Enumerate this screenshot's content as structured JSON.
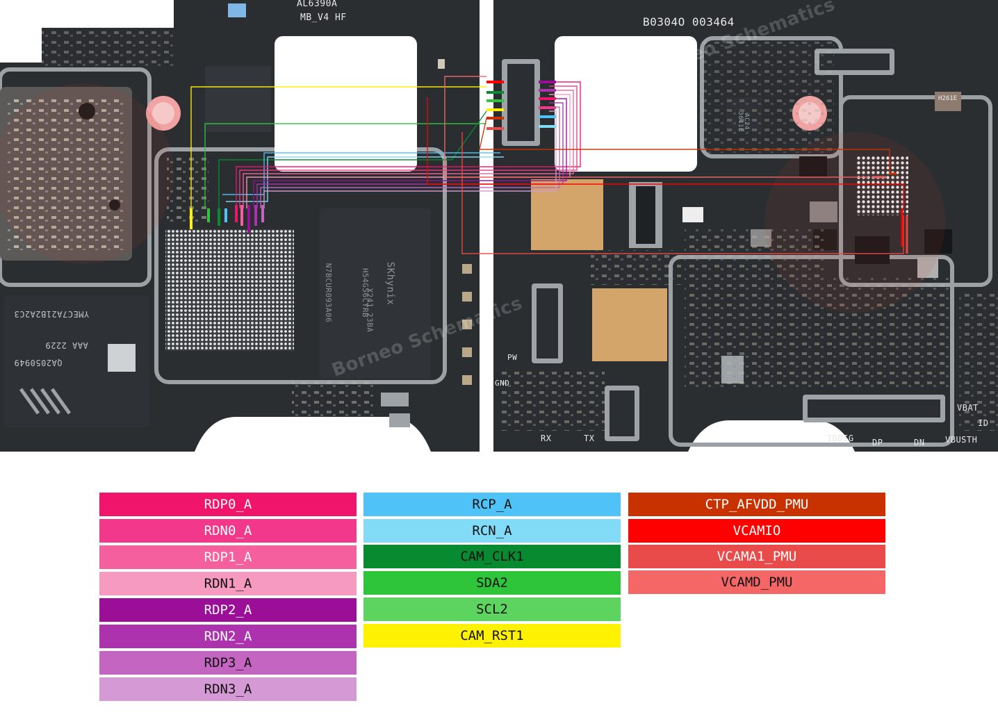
{
  "board": {
    "silkscreen": {
      "model_left": "AL6390A",
      "model_left_line2": "MB_V4  HF",
      "serial_right": "B0304O 003464",
      "emmc_code": "YMEC7A21B2A2C3",
      "emmc_line2": "AAA  2229",
      "emmc_line3": "QA2050949",
      "ram_brand": "SKhynix",
      "ram_code": "H54G56CYRB",
      "ram_code2": "X241  23BA",
      "ram_code3": "N7BCUR093A06",
      "pmic_code": "3641E",
      "pmic_code2": "AC24",
      "chip_small": "H261E",
      "label_rx": "RX",
      "label_tx": "TX",
      "label_gnd": "GND",
      "label_pw": "PW",
      "label_iddig": "IDDIG",
      "label_dp": "DP",
      "label_dn": "DN",
      "label_vbusth": "VBUSTH",
      "label_vbat": "VBAT",
      "label_id": "ID"
    },
    "watermark": "Borneo Schematics"
  },
  "legend": {
    "columns": [
      [
        {
          "label": "RDP0_A",
          "color": "#f0156b",
          "text": "white"
        },
        {
          "label": "RDN0_A",
          "color": "#f2388a",
          "text": "white"
        },
        {
          "label": "RDP1_A",
          "color": "#f55f9e",
          "text": "white"
        },
        {
          "label": "RDN1_A",
          "color": "#f79ac0",
          "text": "dark"
        },
        {
          "label": "RDP2_A",
          "color": "#9a0e98",
          "text": "white"
        },
        {
          "label": "RDN2_A",
          "color": "#ad32ad",
          "text": "white"
        },
        {
          "label": "RDP3_A",
          "color": "#c565c2",
          "text": "dark"
        },
        {
          "label": "RDN3_A",
          "color": "#d59ad6",
          "text": "dark"
        }
      ],
      [
        {
          "label": "RCP_A",
          "color": "#4fc3f7",
          "text": "dark"
        },
        {
          "label": "RCN_A",
          "color": "#82dcf8",
          "text": "dark"
        },
        {
          "label": "CAM_CLK1",
          "color": "#078a30",
          "text": "dark"
        },
        {
          "label": "SDA2",
          "color": "#2ec53b",
          "text": "dark"
        },
        {
          "label": "SCL2",
          "color": "#5dd45f",
          "text": "dark"
        },
        {
          "label": "CAM_RST1",
          "color": "#fff200",
          "text": "dark"
        }
      ],
      [
        {
          "label": "CTP_AFVDD_PMU",
          "color": "#c83200",
          "text": "white"
        },
        {
          "label": "VCAMIO",
          "color": "#ff0000",
          "text": "white"
        },
        {
          "label": "VCAMA1_PMU",
          "color": "#e94a4a",
          "text": "white"
        },
        {
          "label": "VCAMD_PMU",
          "color": "#f56767",
          "text": "dark"
        }
      ]
    ]
  }
}
